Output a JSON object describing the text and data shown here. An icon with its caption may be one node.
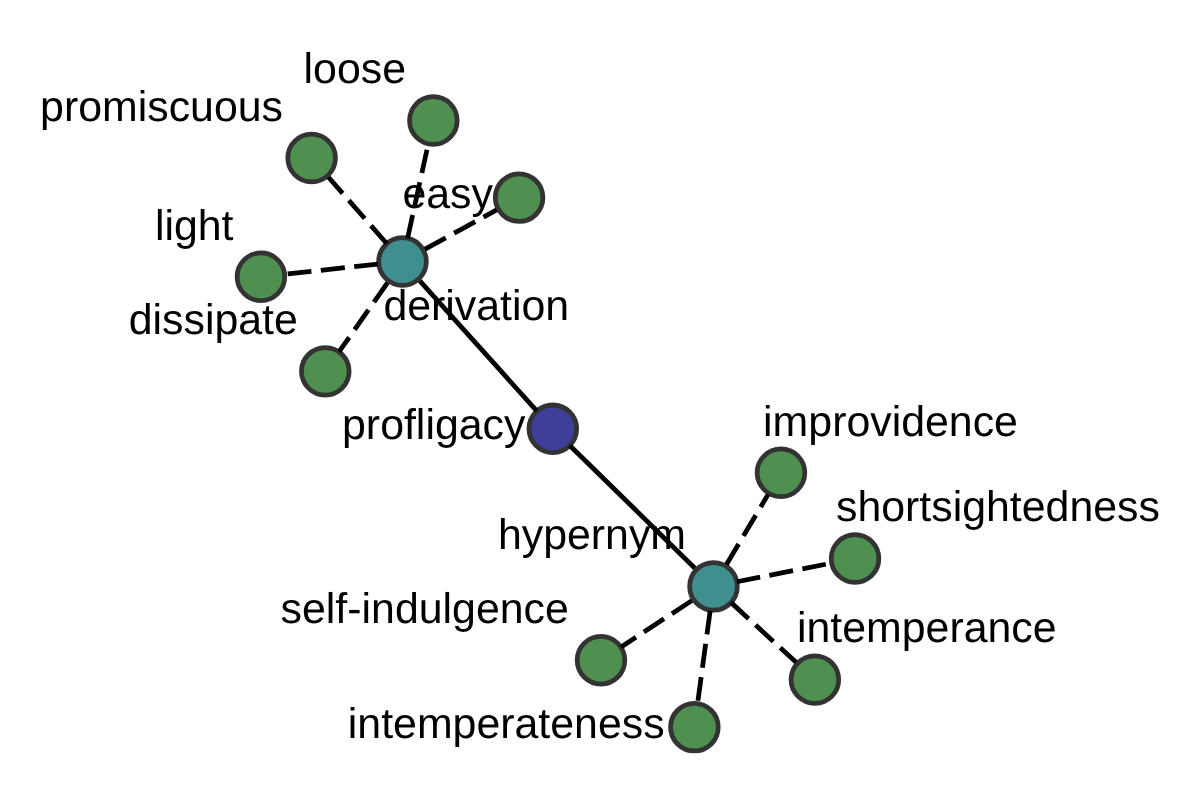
{
  "diagram": {
    "nodes": [
      {
        "text": [
          "light"
        ]
      },
      {
        "text": [
          "easy"
        ]
      },
      {
        "text": [
          "dissipate"
        ]
      },
      {
        "text": [
          "derivation"
        ]
      },
      {
        "text": [
          "loose"
        ]
      },
      {
        "text": [
          "promiscuous"
        ]
      },
      {
        "text": [
          "profligacy"
        ]
      },
      {
        "text": [
          "intemperance"
        ]
      },
      {
        "text": [
          "self-indulgence"
        ]
      },
      {
        "text": [
          "hypernym"
        ]
      },
      {
        "text": [
          "intemperateness"
        ]
      },
      {
        "text": [
          "improvidence"
        ]
      },
      {
        "text": [
          "shortsightedness"
        ]
      }
    ],
    "edges": [
      {
        "from": 6,
        "to": 3,
        "arrow": "none"
      },
      {
        "from": 6,
        "to": 9,
        "arrow": "none"
      },
      {
        "from": 3,
        "to": 0,
        "arrow": "none",
        "style": "dashed"
      },
      {
        "from": 3,
        "to": 1,
        "arrow": "none",
        "style": "dashed"
      },
      {
        "from": 3,
        "to": 2,
        "arrow": "none",
        "style": "dashed"
      },
      {
        "from": 3,
        "to": 4,
        "arrow": "none",
        "style": "dashed"
      },
      {
        "from": 3,
        "to": 5,
        "arrow": "none",
        "style": "dashed"
      },
      {
        "from": 9,
        "to": 7,
        "arrow": "none",
        "style": "dashed"
      },
      {
        "from": 9,
        "to": 8,
        "arrow": "none",
        "style": "dashed"
      },
      {
        "from": 9,
        "to": 10,
        "arrow": "none",
        "style": "dashed"
      },
      {
        "from": 9,
        "to": 11,
        "arrow": "none",
        "style": "dashed"
      },
      {
        "from": 9,
        "to": 12,
        "arrow": "none",
        "style": "dashed"
      }
    ]
  }
}
